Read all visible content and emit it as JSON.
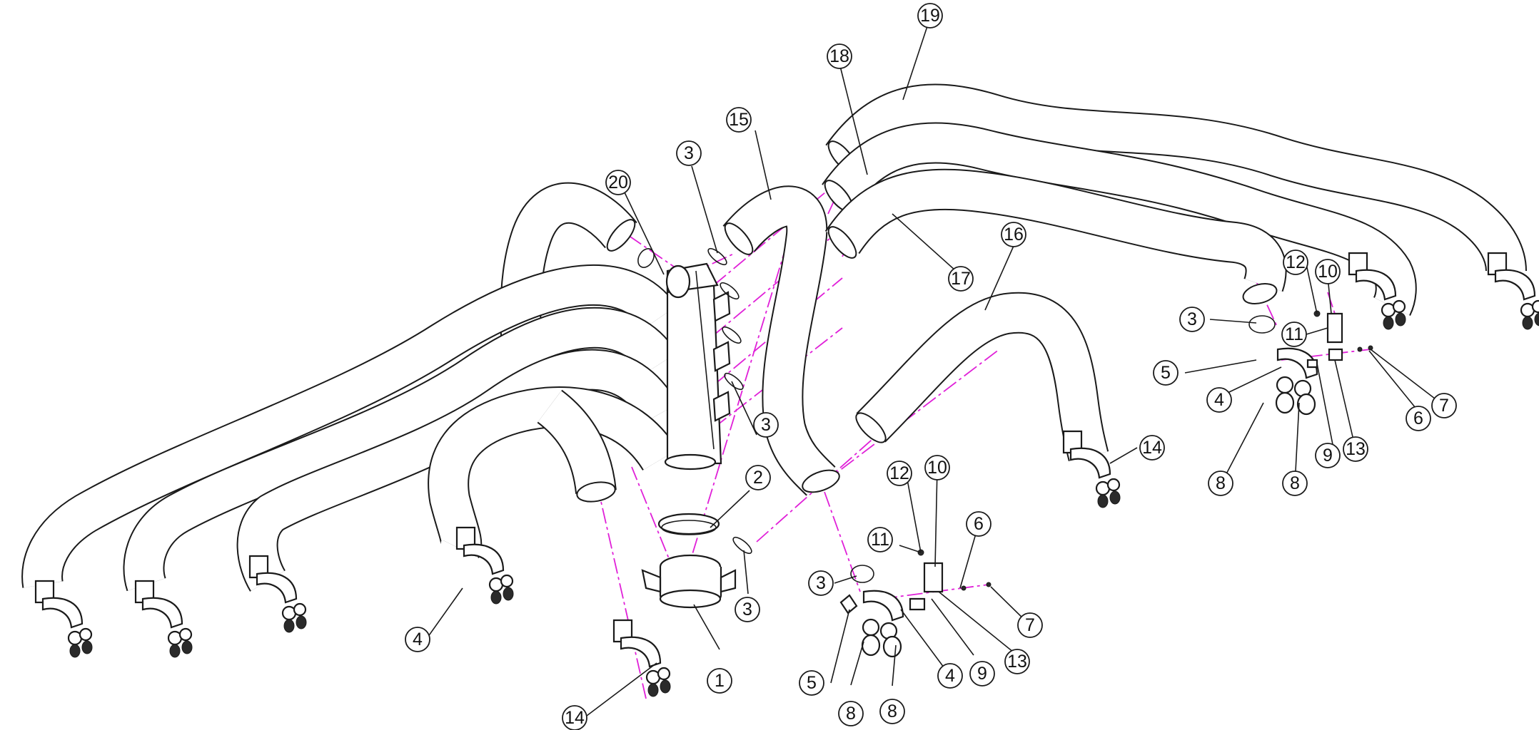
{
  "diagram": {
    "type": "exploded-assembly",
    "colors": {
      "line": "#1a1a1a",
      "centerline": "#e020d8",
      "background": "#ffffff"
    },
    "callouts": [
      {
        "id": "c1",
        "label": "1"
      },
      {
        "id": "c2",
        "label": "2"
      },
      {
        "id": "c3a",
        "label": "3"
      },
      {
        "id": "c3b",
        "label": "3"
      },
      {
        "id": "c3c",
        "label": "3"
      },
      {
        "id": "c3d",
        "label": "3"
      },
      {
        "id": "c3e",
        "label": "3"
      },
      {
        "id": "c4a",
        "label": "4"
      },
      {
        "id": "c4b",
        "label": "4"
      },
      {
        "id": "c4c",
        "label": "4"
      },
      {
        "id": "c5a",
        "label": "5"
      },
      {
        "id": "c5b",
        "label": "5"
      },
      {
        "id": "c6a",
        "label": "6"
      },
      {
        "id": "c6b",
        "label": "6"
      },
      {
        "id": "c7a",
        "label": "7"
      },
      {
        "id": "c7b",
        "label": "7"
      },
      {
        "id": "c8a",
        "label": "8"
      },
      {
        "id": "c8b",
        "label": "8"
      },
      {
        "id": "c8c",
        "label": "8"
      },
      {
        "id": "c8d",
        "label": "8"
      },
      {
        "id": "c9a",
        "label": "9"
      },
      {
        "id": "c9b",
        "label": "9"
      },
      {
        "id": "c10a",
        "label": "10"
      },
      {
        "id": "c10b",
        "label": "10"
      },
      {
        "id": "c11a",
        "label": "11"
      },
      {
        "id": "c11b",
        "label": "11"
      },
      {
        "id": "c12a",
        "label": "12"
      },
      {
        "id": "c12b",
        "label": "12"
      },
      {
        "id": "c13a",
        "label": "13"
      },
      {
        "id": "c13b",
        "label": "13"
      },
      {
        "id": "c14a",
        "label": "14"
      },
      {
        "id": "c14b",
        "label": "14"
      },
      {
        "id": "c15",
        "label": "15"
      },
      {
        "id": "c16",
        "label": "16"
      },
      {
        "id": "c17",
        "label": "17"
      },
      {
        "id": "c18",
        "label": "18"
      },
      {
        "id": "c19",
        "label": "19"
      },
      {
        "id": "c20",
        "label": "20"
      }
    ]
  }
}
